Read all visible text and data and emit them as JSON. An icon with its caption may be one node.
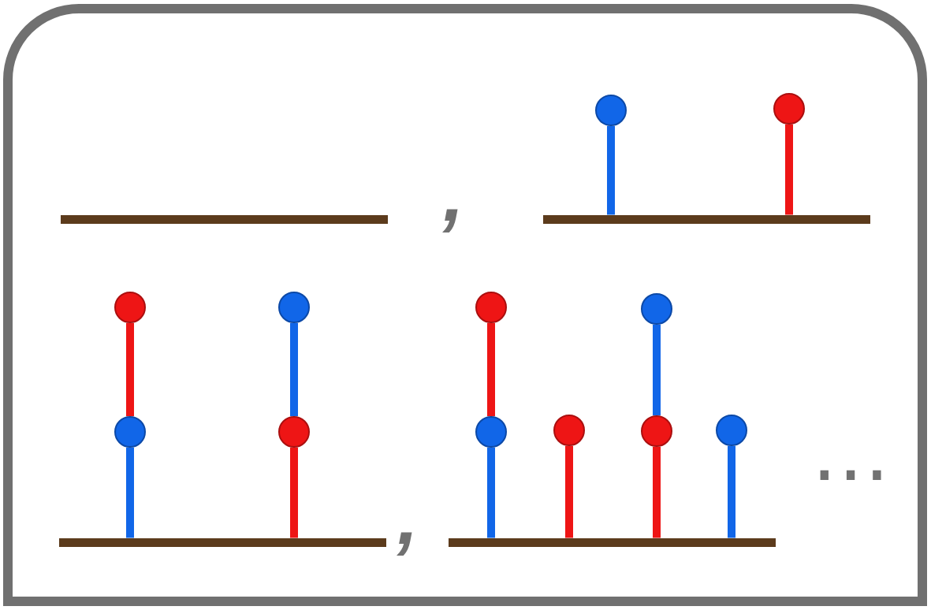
{
  "diagram": {
    "nodes": [
      {
        "text": [],
        "shape": "bar"
      },
      {
        "text": [],
        "shape": "bar"
      },
      {
        "text": [],
        "shape": "circle"
      },
      {
        "text": [],
        "shape": "circle"
      },
      {
        "text": [],
        "shape": "bar"
      },
      {
        "text": [],
        "shape": "circle"
      },
      {
        "text": [],
        "shape": "circle"
      },
      {
        "text": [],
        "shape": "circle"
      },
      {
        "text": [],
        "shape": "circle"
      },
      {
        "text": [],
        "shape": "bar"
      },
      {
        "text": [],
        "shape": "circle"
      },
      {
        "text": [],
        "shape": "circle"
      },
      {
        "text": [],
        "shape": "circle"
      },
      {
        "text": [],
        "shape": "circle"
      },
      {
        "text": [],
        "shape": "circle"
      },
      {
        "text": [],
        "shape": "circle"
      }
    ],
    "edges": [
      {
        "from": 1,
        "to": 2,
        "arrow": "none",
        "color": "#1166e8"
      },
      {
        "from": 1,
        "to": 3,
        "arrow": "none",
        "color": "#ee1515"
      },
      {
        "from": 4,
        "to": 5,
        "arrow": "none",
        "color": "#1166e8"
      },
      {
        "from": 5,
        "to": 6,
        "arrow": "none",
        "color": "#ee1515"
      },
      {
        "from": 4,
        "to": 7,
        "arrow": "none",
        "color": "#ee1515"
      },
      {
        "from": 7,
        "to": 8,
        "arrow": "none",
        "color": "#1166e8"
      },
      {
        "from": 9,
        "to": 10,
        "arrow": "none",
        "color": "#1166e8"
      },
      {
        "from": 10,
        "to": 11,
        "arrow": "none",
        "color": "#ee1515"
      },
      {
        "from": 9,
        "to": 12,
        "arrow": "none",
        "color": "#ee1515"
      },
      {
        "from": 9,
        "to": 13,
        "arrow": "none",
        "color": "#ee1515"
      },
      {
        "from": 13,
        "to": 14,
        "arrow": "none",
        "color": "#1166e8"
      },
      {
        "from": 9,
        "to": 15,
        "arrow": "none",
        "color": "#1166e8"
      }
    ],
    "labels": [
      ",",
      ",",
      "⋯"
    ]
  }
}
